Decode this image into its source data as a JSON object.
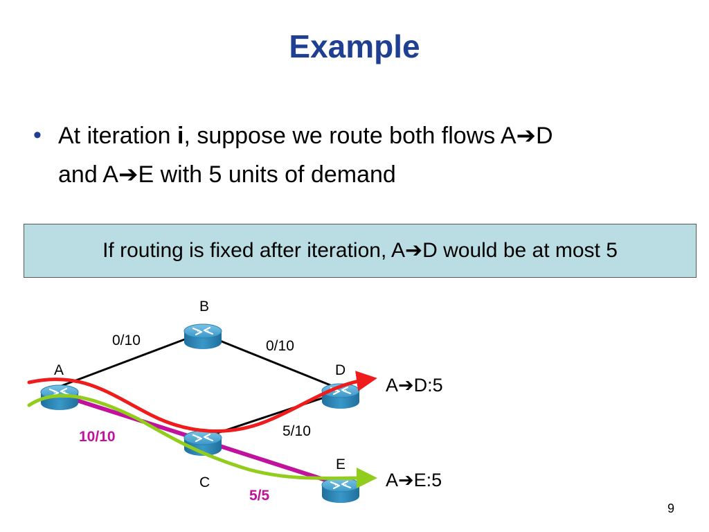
{
  "slide": {
    "title": "Example",
    "bullet": {
      "part1": "At iteration ",
      "bold_var": "i",
      "part2": ", suppose we route both flows A",
      "part3": "D",
      "part4": "and A",
      "part5": "E with 5 units of demand"
    },
    "callout": {
      "part1": "If routing is fixed after iteration, A",
      "part2": "D would be at most 5"
    },
    "arrow_glyph": "➔",
    "page_number": "9"
  },
  "diagram": {
    "nodes": [
      {
        "id": "A",
        "label": "A"
      },
      {
        "id": "B",
        "label": "B"
      },
      {
        "id": "C",
        "label": "C"
      },
      {
        "id": "D",
        "label": "D"
      },
      {
        "id": "E",
        "label": "E"
      }
    ],
    "links": [
      {
        "from": "A",
        "to": "B",
        "label": "0/10"
      },
      {
        "from": "B",
        "to": "D",
        "label": "0/10"
      },
      {
        "from": "C",
        "to": "D",
        "label": "5/10"
      },
      {
        "from": "A",
        "to": "C",
        "label": "10/10"
      },
      {
        "from": "C",
        "to": "E",
        "label": "5/5"
      }
    ],
    "flows": [
      {
        "name": "A→D:5",
        "prefix": "A",
        "suffix": "D:5",
        "color": "#ee1c1c"
      },
      {
        "name": "A→E:5",
        "prefix": "A",
        "suffix": "E:5",
        "color": "#92cc1d"
      }
    ],
    "saturated_link_color": "#c0129c",
    "router_color": "#3a98c8"
  }
}
